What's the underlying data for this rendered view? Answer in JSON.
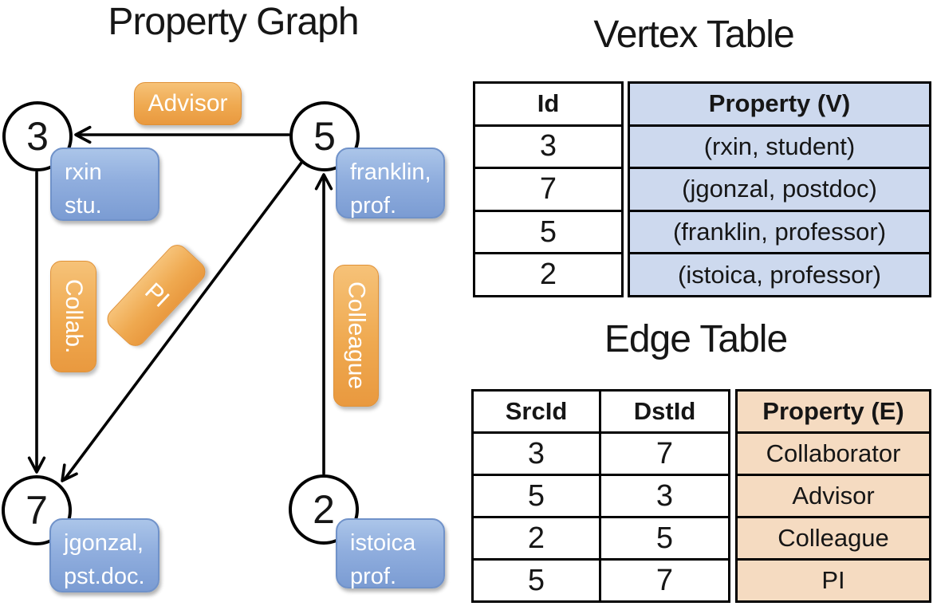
{
  "graph": {
    "title": "Property Graph",
    "nodes": [
      {
        "id": "3",
        "label_line1": "rxin",
        "label_line2": "stu."
      },
      {
        "id": "5",
        "label_line1": "franklin,",
        "label_line2": "prof."
      },
      {
        "id": "7",
        "label_line1": "jgonzal,",
        "label_line2": "pst.doc."
      },
      {
        "id": "2",
        "label_line1": "istoica",
        "label_line2": "prof."
      }
    ],
    "edges": [
      {
        "src": "5",
        "dst": "3",
        "label": "Advisor"
      },
      {
        "src": "3",
        "dst": "7",
        "label": "Collab."
      },
      {
        "src": "5",
        "dst": "7",
        "label": "PI"
      },
      {
        "src": "2",
        "dst": "5",
        "label": "Colleague"
      }
    ]
  },
  "vertex_table": {
    "title": "Vertex Table",
    "columns": {
      "id": "Id",
      "property": "Property (V)"
    },
    "rows": [
      {
        "id": "3",
        "property": "(rxin, student)"
      },
      {
        "id": "7",
        "property": "(jgonzal, postdoc)"
      },
      {
        "id": "5",
        "property": "(franklin, professor)"
      },
      {
        "id": "2",
        "property": "(istoica, professor)"
      }
    ]
  },
  "edge_table": {
    "title": "Edge Table",
    "columns": {
      "src": "SrcId",
      "dst": "DstId",
      "property": "Property (E)"
    },
    "rows": [
      {
        "src": "3",
        "dst": "7",
        "property": "Collaborator"
      },
      {
        "src": "5",
        "dst": "3",
        "property": "Advisor"
      },
      {
        "src": "2",
        "dst": "5",
        "property": "Colleague"
      },
      {
        "src": "5",
        "dst": "7",
        "property": "PI"
      }
    ]
  },
  "colors": {
    "edge_label_orange": "#efa950",
    "vertex_prop_blue": "#8fade0",
    "vertex_table_cell": "#cdd9ee",
    "edge_table_cell": "#f5dbc1",
    "line_black": "#000000"
  }
}
